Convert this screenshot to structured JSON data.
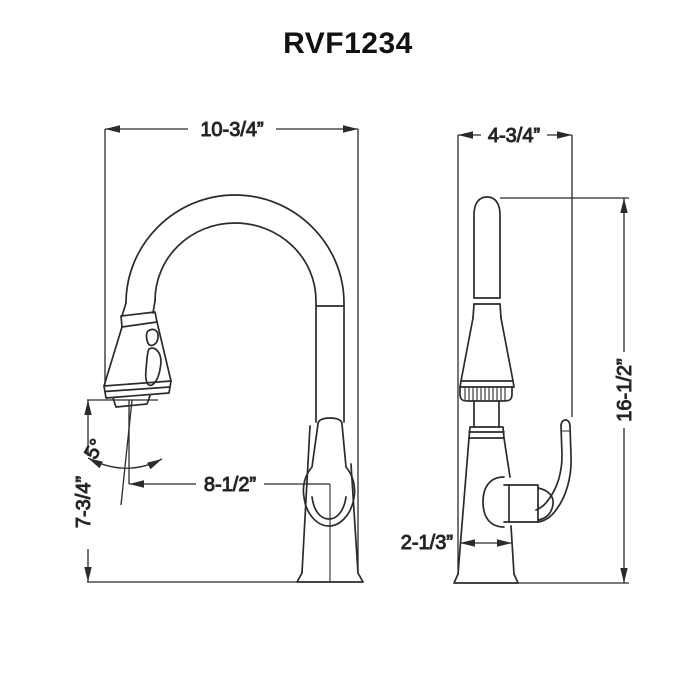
{
  "title": "RVF1234",
  "drawing": {
    "front_view": {
      "overall_width": "10-3/4”",
      "spout_reach": "8-1/2”",
      "spout_outlet_height": "7-3/4”",
      "spray_angle": "5°"
    },
    "side_view": {
      "depth": "4-3/4”",
      "overall_height": "16-1/2”",
      "base_width": "2-1/3”"
    },
    "colors": {
      "line": "#2b2b2b",
      "text": "#1c1c1c",
      "background": "#ffffff"
    }
  }
}
